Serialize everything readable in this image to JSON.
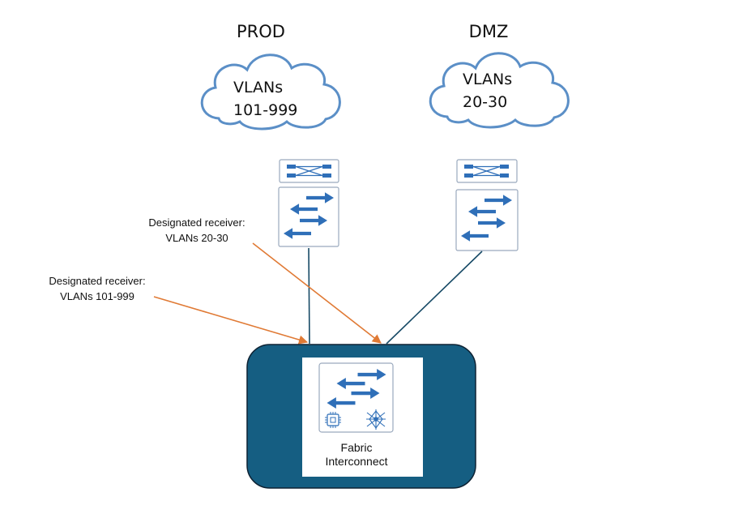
{
  "networks": {
    "prod": {
      "title": "PROD",
      "vlan_line1": "VLANs",
      "vlan_line2": "101-999"
    },
    "dmz": {
      "title": "DMZ",
      "vlan_line1": "VLANs",
      "vlan_line2": "20-30"
    }
  },
  "annotations": {
    "dmz_receiver": {
      "line1": "Designated receiver:",
      "line2": "VLANs 20-30"
    },
    "prod_receiver": {
      "line1": "Designated receiver:",
      "line2": "VLANs 101-999"
    }
  },
  "fabric_interconnect": {
    "line1": "Fabric",
    "line2": "Interconnect"
  },
  "icons": {
    "cloud": "cloud-icon",
    "layer2_switch": "layer2-switch-icon",
    "multilayer_switch": "switch-icon",
    "fabric_interconnect": "fabric-interconnect-icon",
    "chip": "chip-icon",
    "fabric": "fabric-icon"
  },
  "colors": {
    "cloud_stroke": "#5b8fc7",
    "device_blue": "#2f6fb8",
    "device_stroke": "#9aa9bd",
    "fabric_box": "#155e82",
    "link_line": "#174a66",
    "arrow_orange": "#e07a35"
  }
}
